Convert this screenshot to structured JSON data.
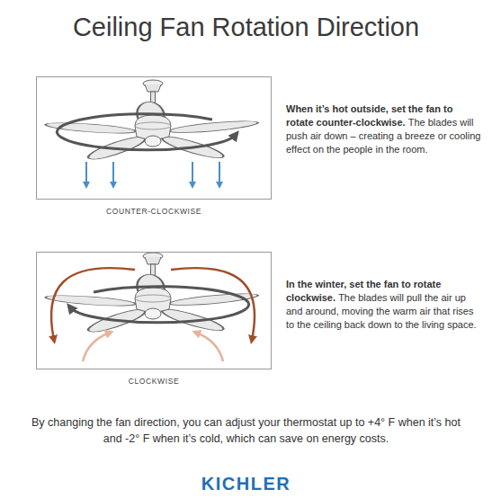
{
  "diagram": {
    "title": "Ceiling Fan Rotation Direction",
    "nodes": [
      {
        "text": [
          "COUNTER-CLOCKWISE"
        ]
      },
      {
        "text": [
          "CLOCKWISE"
        ]
      }
    ],
    "labels": [
      "When it’s hot outside, set the fan to rotate counter-clockwise.",
      "The blades will push air down – creating a breeze or cooling effect on the people in the room.",
      "In the winter, set the fan to rotate clockwise.",
      "The blades will pull the air up and around, moving the warm air that rises to the ceiling back down to the living space.",
      "By changing the fan direction, you can adjust your thermostat up to +4° F when it’s hot and -2° F when it’s cold, which can save on energy costs.",
      "KICHLER"
    ]
  }
}
